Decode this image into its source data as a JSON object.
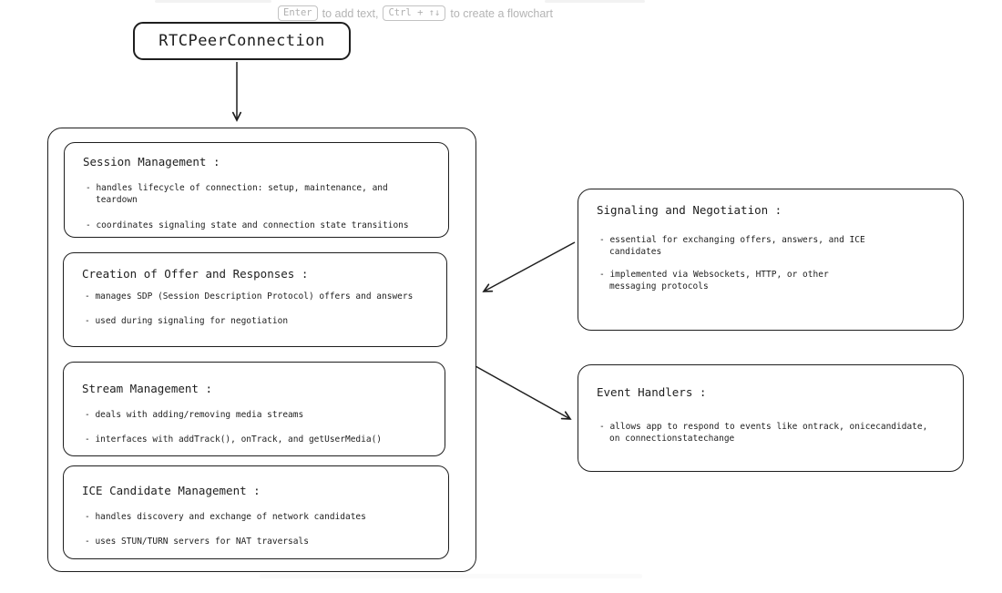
{
  "hint": {
    "key_enter": "Enter",
    "text_add": "to add text,",
    "key_ctrl_arrows": "Ctrl + ↑↓",
    "text_flowchart": "to create a flowchart"
  },
  "root": {
    "label": "RTCPeerConnection"
  },
  "left_boxes": [
    {
      "title": "Session Management :",
      "bullets": [
        "- handles lifecycle of connection: setup, maintenance, and teardown",
        "- coordinates signaling state and connection state transitions"
      ]
    },
    {
      "title": "Creation of Offer and Responses :",
      "bullets": [
        "- manages SDP (Session Description Protocol) offers and answers",
        "- used during signaling for negotiation"
      ]
    },
    {
      "title": "Stream Management :",
      "bullets": [
        "- deals with adding/removing media streams",
        "- interfaces with addTrack(), onTrack, and getUserMedia()"
      ]
    },
    {
      "title": "ICE Candidate Management :",
      "bullets": [
        "- handles discovery and exchange of network candidates",
        "- uses STUN/TURN servers for NAT traversals"
      ]
    }
  ],
  "right_boxes": [
    {
      "title": "Signaling and Negotiation :",
      "bullets": [
        "- essential for exchanging offers, answers, and ICE\ncandidates",
        "- implemented via Websockets, HTTP, or other\nmessaging protocols"
      ]
    },
    {
      "title": "Event Handlers :",
      "bullets": [
        "- allows app to respond to events like ontrack, onicecandidate,\non connectionstatechange"
      ]
    }
  ],
  "colors": {
    "stroke": "#1e1e1e",
    "hint_text": "#b4b4b4",
    "background": "#ffffff"
  }
}
